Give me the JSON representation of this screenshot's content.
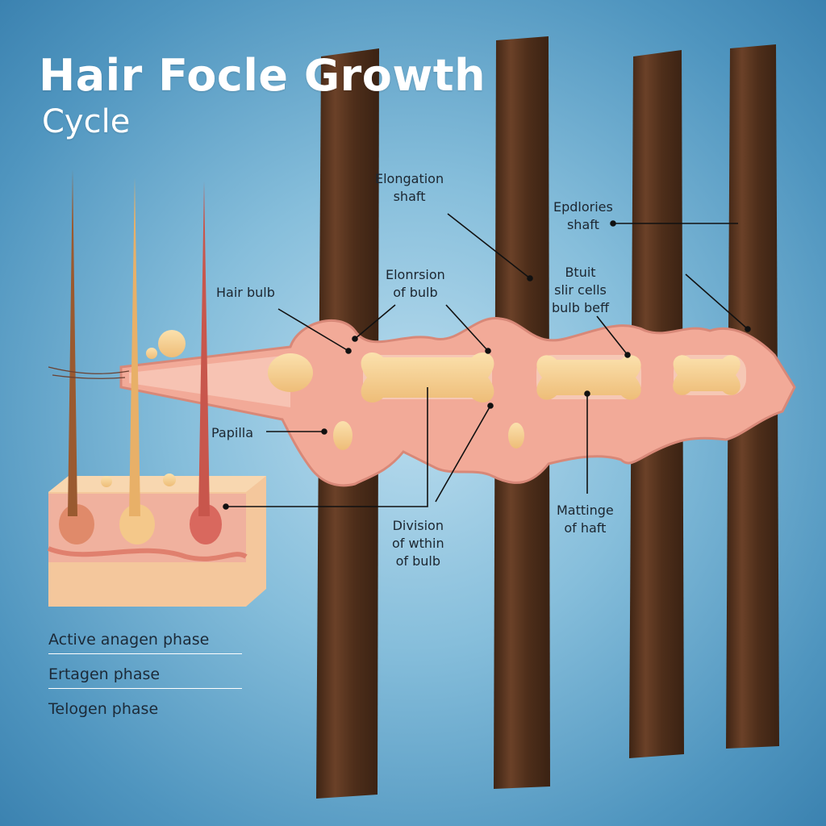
{
  "title": {
    "line1": "Hair Focle Growth",
    "line2": "Cycle"
  },
  "labels": {
    "elongation_shaft": [
      "Elongation",
      "shaft"
    ],
    "epdlories_shaft": [
      "Epdlories",
      "shaft"
    ],
    "hair_bulb": "Hair bulb",
    "elonrsion_bulb": [
      "Elonrsion",
      "of bulb"
    ],
    "bulb_cells": [
      "Btuit",
      "slir cells",
      "bulb beff"
    ],
    "papilla": "Papilla",
    "division": [
      "Division",
      "of wthin",
      "of bulb"
    ],
    "mattinge": [
      "Mattinge",
      "of haft"
    ]
  },
  "legend": [
    "Active anagen phase",
    "Ertagen phase",
    "Telogen phase"
  ],
  "colors": {
    "hair": "#5a3520",
    "skin": "#f0a898",
    "bulb": "#f7cf8e",
    "text": "#1c2630"
  }
}
